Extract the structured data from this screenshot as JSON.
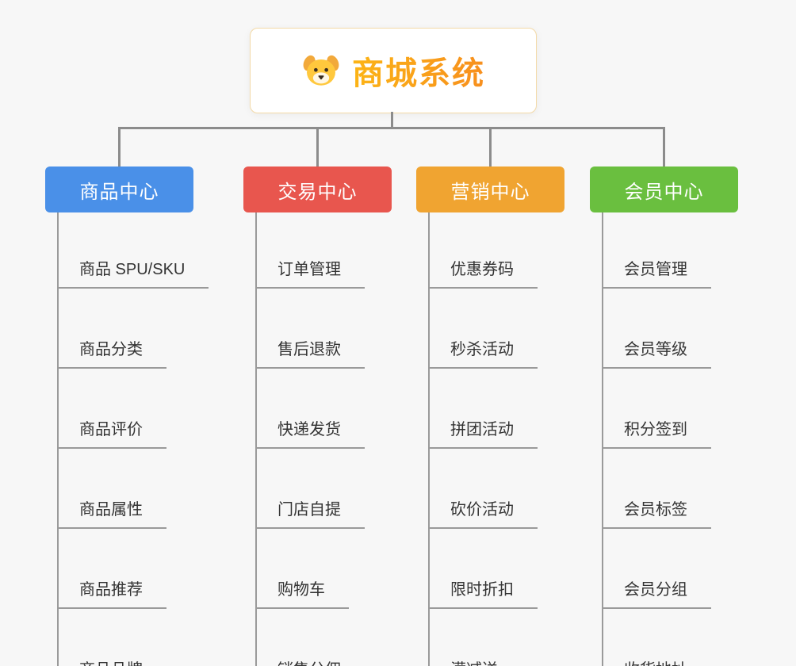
{
  "root": {
    "title": "商城系统",
    "icon": "dog-icon"
  },
  "connector_color": "#8c8c8c",
  "underline_color": "#9a9a9a",
  "branches": [
    {
      "label": "商品中心",
      "color": "#4a90e8",
      "children": [
        "商品 SPU/SKU",
        "商品分类",
        "商品评价",
        "商品属性",
        "商品推荐",
        "商品品牌"
      ]
    },
    {
      "label": "交易中心",
      "color": "#e8564e",
      "children": [
        "订单管理",
        "售后退款",
        "快递发货",
        "门店自提",
        "购物车",
        "销售分佣"
      ]
    },
    {
      "label": "营销中心",
      "color": "#f0a431",
      "children": [
        "优惠券码",
        "秒杀活动",
        "拼团活动",
        "砍价活动",
        "限时折扣",
        "满减送"
      ]
    },
    {
      "label": "会员中心",
      "color": "#6abf3f",
      "children": [
        "会员管理",
        "会员等级",
        "积分签到",
        "会员标签",
        "会员分组",
        "收货地址"
      ]
    }
  ]
}
